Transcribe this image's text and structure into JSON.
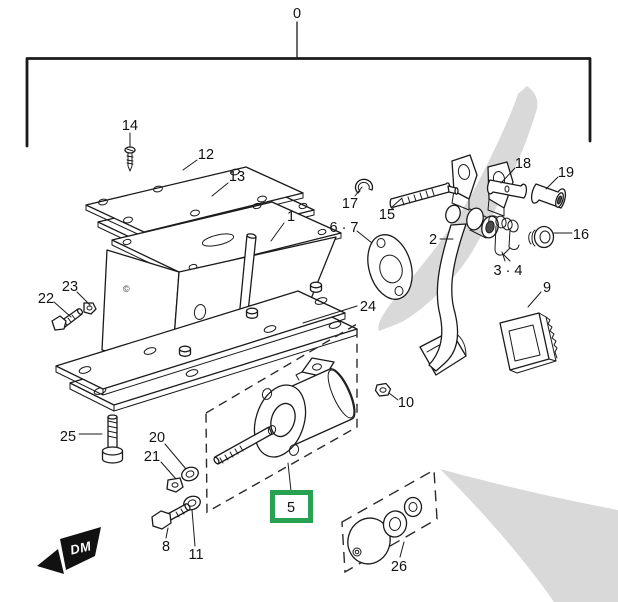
{
  "diagram": {
    "assembly_label": "0",
    "logo_text": "DM",
    "stamp": "©",
    "highlight": {
      "part": "5",
      "color": "#27a253"
    },
    "colors": {
      "line": "#1a1a1a",
      "watermark": "#d9d9d9",
      "background": "#ffffff"
    },
    "callouts": {
      "c0": "0",
      "c1": "1",
      "c2": "2",
      "c34": "3 · 4",
      "c5": "5",
      "c67": "6 · 7",
      "c8": "8",
      "c9": "9",
      "c10": "10",
      "c11": "11",
      "c12": "12",
      "c13": "13",
      "c14": "14",
      "c15": "15",
      "c16": "16",
      "c17": "17",
      "c18": "18",
      "c19": "19",
      "c20": "20",
      "c21": "21",
      "c22": "22",
      "c23": "23",
      "c24": "24",
      "c25": "25",
      "c26": "26"
    }
  }
}
